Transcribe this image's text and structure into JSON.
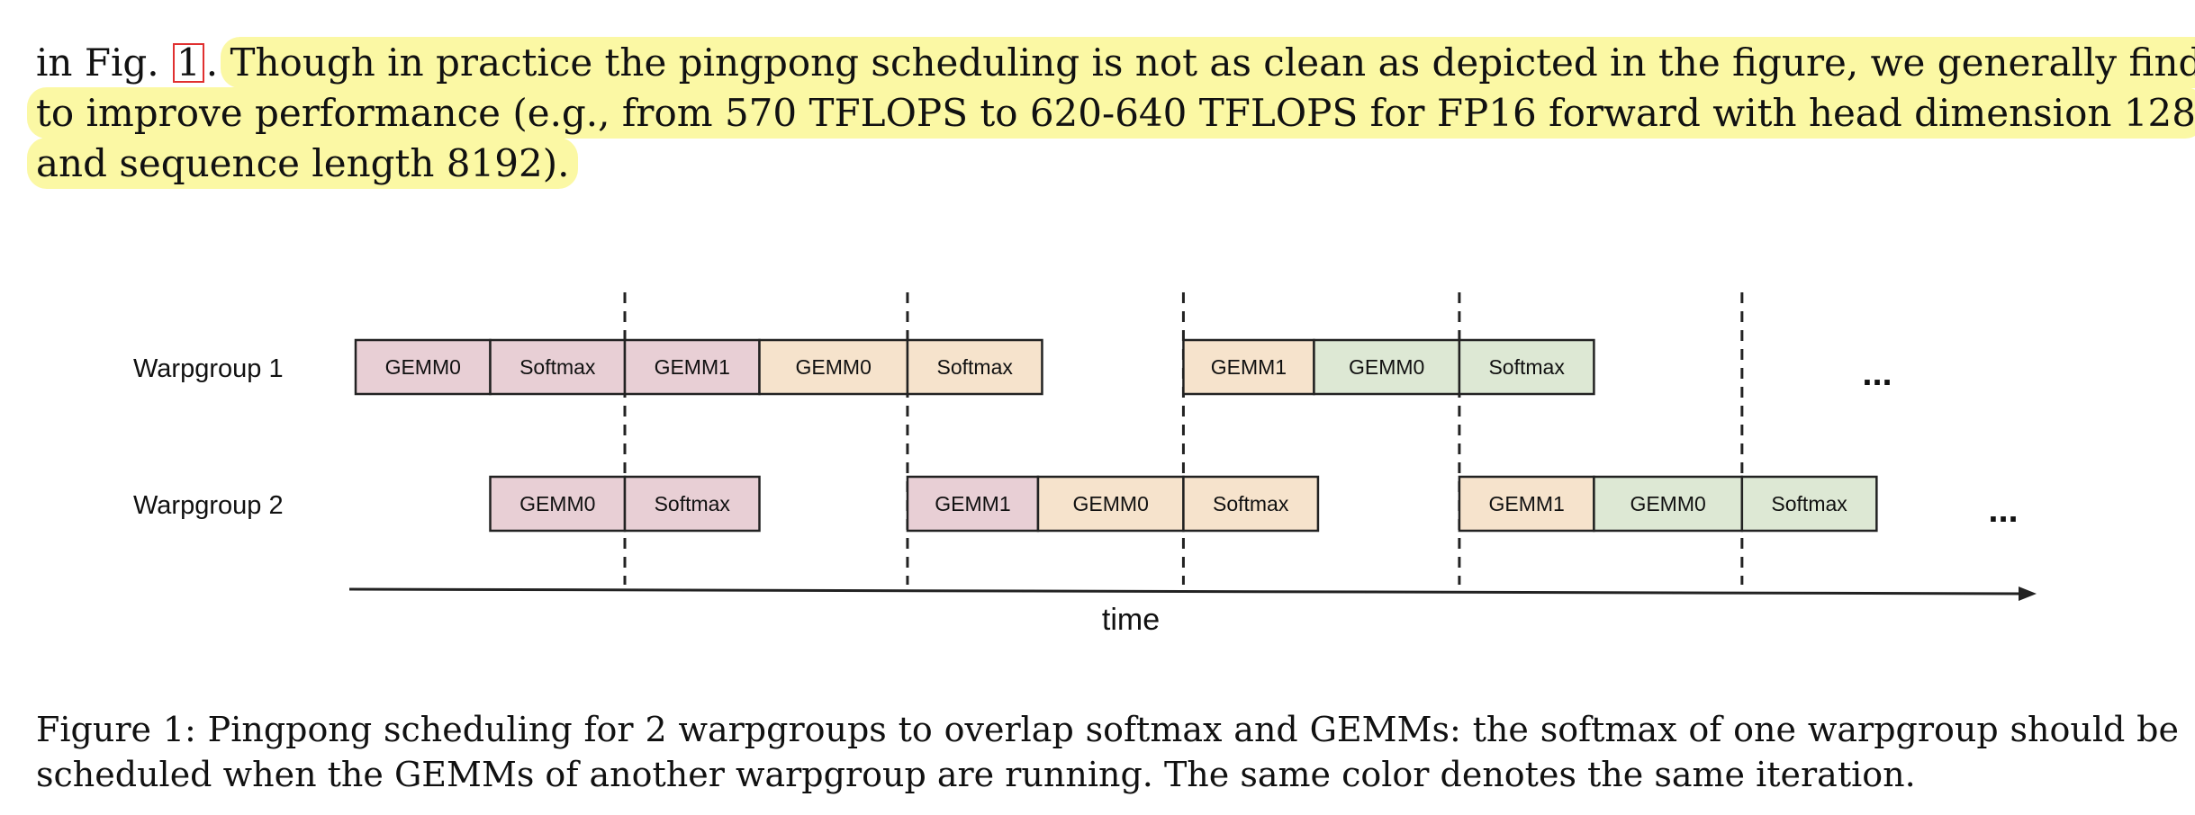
{
  "paragraph": {
    "line1_prefix": "in Fig.",
    "fig_ref": "1",
    "line1_dot": ".",
    "line1_rest": "Though in practice the pingpong scheduling is not as clean as depicted in the figure, we generally find this",
    "line2": "to improve performance (e.g., from 570 TFLOPS to 620-640 TFLOPS for FP16 forward with head dimension 128",
    "line3": "and sequence length 8192)."
  },
  "diagram": {
    "rows": [
      {
        "label": "Warpgroup 1",
        "blocks": [
          {
            "label": "GEMM0",
            "start": 0,
            "end": 1,
            "iteration": 1
          },
          {
            "label": "Softmax",
            "start": 1,
            "end": 2,
            "iteration": 1
          },
          {
            "label": "GEMM1",
            "start": 2,
            "end": 3,
            "iteration": 1
          },
          {
            "label": "GEMM0",
            "start": 3,
            "end": 4.1,
            "iteration": 2
          },
          {
            "label": "Softmax",
            "start": 4.1,
            "end": 5.1,
            "iteration": 2
          },
          {
            "label": "GEMM1",
            "start": 6.15,
            "end": 7.12,
            "iteration": 2
          },
          {
            "label": "GEMM0",
            "start": 7.12,
            "end": 8.2,
            "iteration": 3
          },
          {
            "label": "Softmax",
            "start": 8.2,
            "end": 9.2,
            "iteration": 3
          }
        ],
        "ellipsis": "..."
      },
      {
        "label": "Warpgroup 2",
        "blocks": [
          {
            "label": "GEMM0",
            "start": 1,
            "end": 2,
            "iteration": 1
          },
          {
            "label": "Softmax",
            "start": 2,
            "end": 3,
            "iteration": 1
          },
          {
            "label": "GEMM1",
            "start": 4.1,
            "end": 5.07,
            "iteration": 1
          },
          {
            "label": "GEMM0",
            "start": 5.07,
            "end": 6.15,
            "iteration": 2
          },
          {
            "label": "Softmax",
            "start": 6.15,
            "end": 7.15,
            "iteration": 2
          },
          {
            "label": "GEMM1",
            "start": 8.2,
            "end": 9.2,
            "iteration": 2
          },
          {
            "label": "GEMM0",
            "start": 9.2,
            "end": 10.3,
            "iteration": 3
          },
          {
            "label": "Softmax",
            "start": 10.3,
            "end": 11.3,
            "iteration": 3
          }
        ],
        "ellipsis": "..."
      }
    ],
    "boundaries": [
      2,
      4.1,
      6.15,
      8.2,
      10.3
    ],
    "axis_label": "time",
    "colors": {
      "iteration_1": "#e8cfd5",
      "iteration_2": "#f6e3cc",
      "iteration_3": "#dde8d4",
      "stroke": "#222222"
    }
  },
  "caption": {
    "line1": "Figure 1: Pingpong scheduling for 2 warpgroups to overlap softmax and GEMMs: the softmax of one warpgroup should be",
    "line2": "scheduled when the GEMMs of another warpgroup are running. The same color denotes the same iteration."
  }
}
